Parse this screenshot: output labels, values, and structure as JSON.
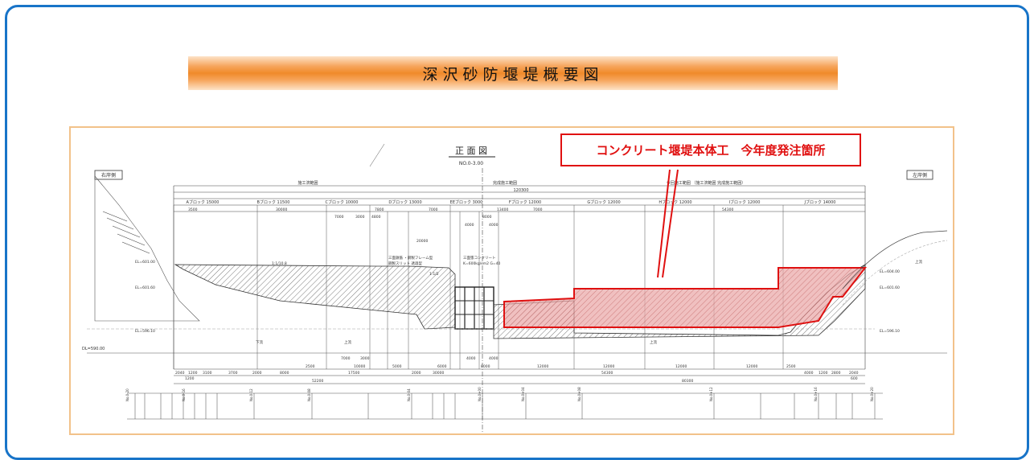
{
  "title": "深沢砂防堰堤概要図",
  "callout": "コンクリート堰堤本体工　今年度発注箇所",
  "drawing": {
    "view_title": "正 面 図",
    "station": "NO.0-3.00",
    "right_bank": "右岸側",
    "left_bank": "左岸側",
    "total_length": "120300",
    "work_ranges": [
      "施工済範囲",
      "完成施工範囲",
      "今回施工範囲 （施工済範囲 完成施工範囲）"
    ],
    "blocks": [
      "Aブロック 15000",
      "Bブロック 11500",
      "Cブロック 10000",
      "Dブロック 13000",
      "EEブロック 3000",
      "Fブロック 12000",
      "Gブロック 12000",
      "Hブロック 12000",
      "Iブロック 12000",
      "Jブロック 14000"
    ],
    "upper_dims": [
      "3500",
      "30000",
      "7800",
      "7000",
      "13400",
      "7000",
      "54300"
    ],
    "mid_dims": [
      "7000",
      "3000",
      "4800",
      "8000",
      "4000",
      "4000",
      "20000"
    ],
    "el_labels": [
      "EL=601.00",
      "EL=601.60",
      "EL=596.10",
      "DL=590.00",
      "EL=604.00",
      "EL=601.60",
      "EL=596.10"
    ],
    "slope_labels": [
      "1:1/10.8",
      "1:1/2"
    ],
    "notes": [
      "三面鉄筋 ・鋼製フレーム型",
      "鋼製スリット 透過型",
      "三面張コンクリート",
      "K=600kg/cm2 G=40"
    ],
    "lower_dims": [
      "7000",
      "3000",
      "10000",
      "4000",
      "4000",
      "2500",
      "5000",
      "6000",
      "8000",
      "12000",
      "12000",
      "12000",
      "12000",
      "2500"
    ],
    "bottom_dims": [
      "2040",
      "1200",
      "3100",
      "3700",
      "2000",
      "8000",
      "17500",
      "2000",
      "30000",
      "54300",
      "4000",
      "1200",
      "2800",
      "2040"
    ],
    "bottom_totals": [
      "52200",
      "80300",
      "1200",
      "600"
    ],
    "side_labels": [
      "上流",
      "上流",
      "上流",
      "下流"
    ],
    "stations": [
      "No.0-20",
      "No.0-16",
      "No.0-12",
      "No.0-08",
      "No.0-04",
      "No.0+00",
      "No.0+04",
      "No.0+08",
      "No.0+12",
      "No.0+16",
      "No.0+20"
    ]
  },
  "colors": {
    "frame": "#1874c8",
    "highlight": "#e01010",
    "panel_border": "#f2c28a"
  }
}
